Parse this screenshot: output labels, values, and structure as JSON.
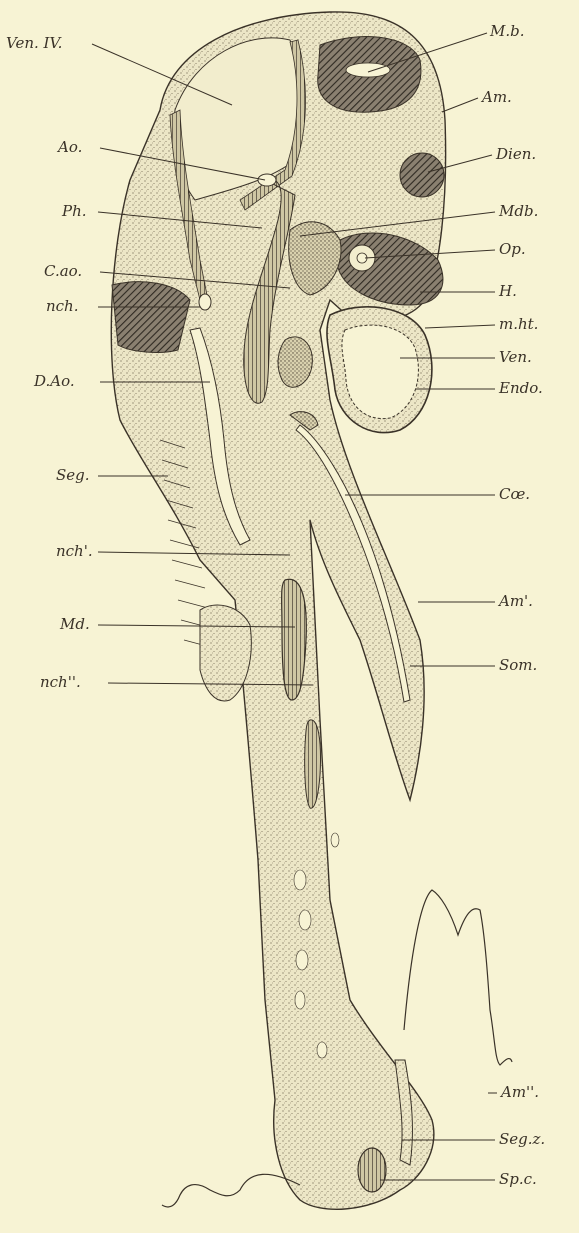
{
  "figure": {
    "paper_color": "#f7f3d4",
    "ink_color": "#3a3228",
    "labels": {
      "ven_iv": "Ven. IV.",
      "ao": "Ao.",
      "ph": "Ph.",
      "c_ao": "C.ao.",
      "nch": "nch.",
      "d_ao": "D.Ao.",
      "seg": "Seg.",
      "nch1": "nch'.",
      "md": "Md.",
      "nch2": "nch''.",
      "mb": "M.b.",
      "am": "Am.",
      "dien": "Dien.",
      "mdb": "Mdb.",
      "op": "Op.",
      "h": "H.",
      "m_ht": "m.ht.",
      "ven": "Ven.",
      "endo": "Endo.",
      "coe": "Cœ.",
      "am1": "Am'.",
      "som": "Som.",
      "am2": "Am''.",
      "seg_z": "Seg.z.",
      "sp_c": "Sp.c."
    }
  }
}
